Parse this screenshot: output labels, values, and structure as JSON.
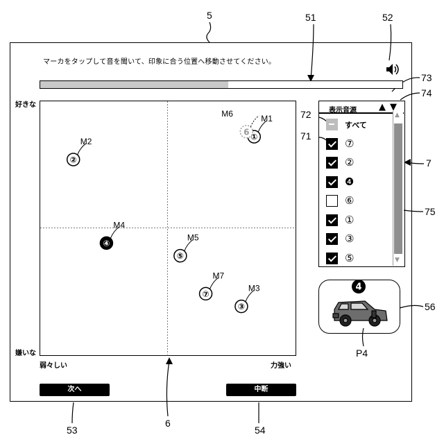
{
  "refs": {
    "r5": "5",
    "r51": "51",
    "r52": "52",
    "r73": "73",
    "r74": "74",
    "r72": "72",
    "r71": "71",
    "r7": "7",
    "r75": "75",
    "r56": "56",
    "p4": "P4",
    "r53": "53",
    "r6": "6",
    "r54": "54"
  },
  "instruction": "マーカをタップして音を聞いて、印象に合う位置へ移動させてください。",
  "progress": 0.52,
  "axis": {
    "top": "好きな",
    "bottom": "嫌いな",
    "left": "弱々しい",
    "right": "力強い"
  },
  "markers": [
    {
      "id": "m1",
      "label": "M1",
      "glyph": "①",
      "x": 0.84,
      "y": 0.86,
      "style": "normal"
    },
    {
      "id": "m2",
      "label": "M2",
      "glyph": "②",
      "x": 0.13,
      "y": 0.77,
      "style": "normal"
    },
    {
      "id": "m3",
      "label": "M3",
      "glyph": "③",
      "x": 0.79,
      "y": 0.19,
      "style": "normal"
    },
    {
      "id": "m4",
      "label": "M4",
      "glyph": "④",
      "x": 0.26,
      "y": 0.44,
      "style": "filled"
    },
    {
      "id": "m5",
      "label": "M5",
      "glyph": "⑤",
      "x": 0.55,
      "y": 0.39,
      "style": "normal"
    },
    {
      "id": "m6",
      "label": "M6",
      "glyph": "6",
      "x": 0.81,
      "y": 0.88,
      "style": "ghost"
    },
    {
      "id": "m7",
      "label": "M7",
      "glyph": "⑦",
      "x": 0.65,
      "y": 0.24,
      "style": "normal"
    }
  ],
  "panel": {
    "title": "表示音源",
    "up_arrow": "▲",
    "down_arrow": "▼",
    "scroll_up": "▲",
    "scroll_down": "▼",
    "items": [
      {
        "label": "すべて",
        "state": "gray"
      },
      {
        "label": "⑦",
        "state": "on"
      },
      {
        "label": "②",
        "state": "on"
      },
      {
        "label": "❹",
        "state": "on"
      },
      {
        "label": "⑥",
        "state": "off"
      },
      {
        "label": "①",
        "state": "on"
      },
      {
        "label": "③",
        "state": "on"
      },
      {
        "label": "⑤",
        "state": "on"
      }
    ]
  },
  "preview": {
    "badge": "4"
  },
  "buttons": {
    "next": "次へ",
    "pause": "中断"
  },
  "icons": {
    "speaker": "speaker-icon",
    "car": "car-icon"
  },
  "colors": {
    "ghost": "#9a9a9a",
    "progress": "#c9c9c9",
    "scroll_thumb": "#8e8e8e"
  }
}
